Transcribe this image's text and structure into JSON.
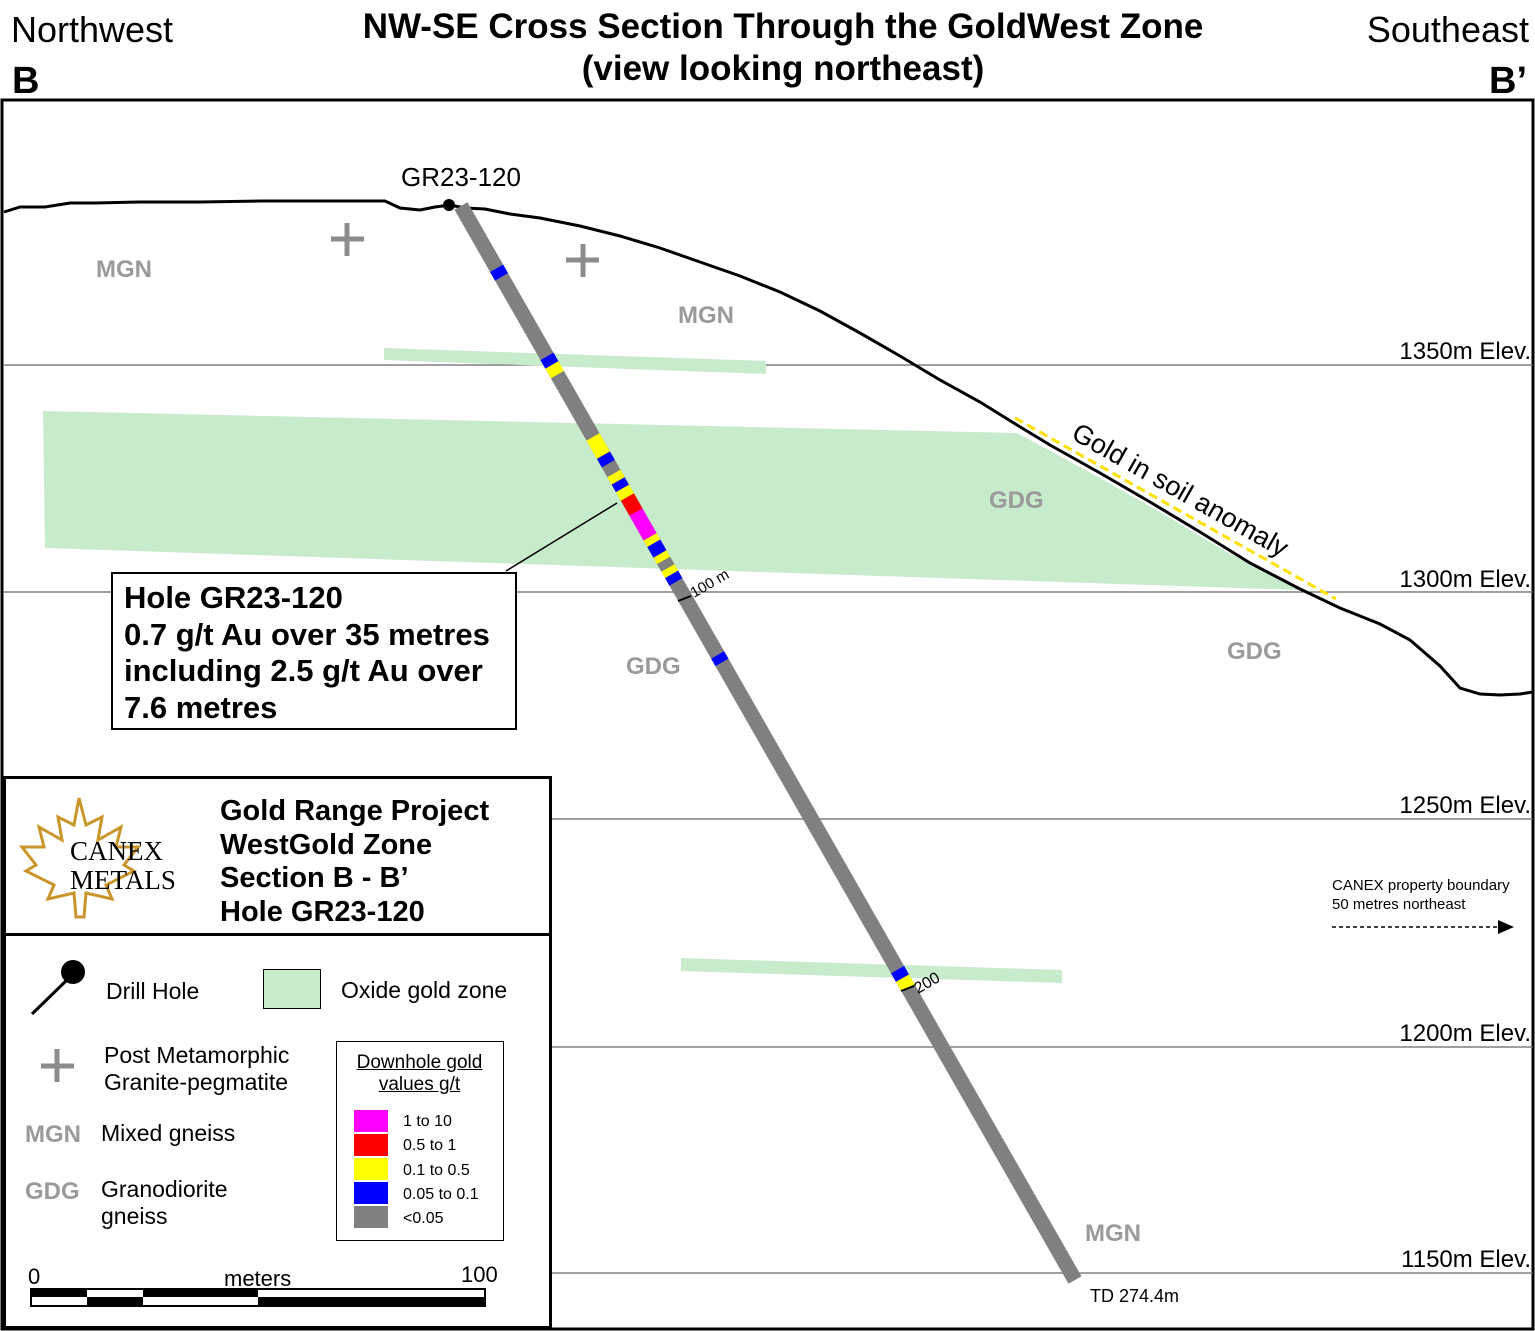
{
  "title": {
    "line1": "NW-SE Cross Section Through the GoldWest Zone",
    "line2": "(view looking northeast)"
  },
  "directions": {
    "left_name": "Northwest",
    "left_letter": "B",
    "right_name": "Southeast",
    "right_letter": "B’"
  },
  "elevations": [
    "1350m Elev.",
    "1300m Elev.",
    "1250m Elev.",
    "1200m Elev.",
    "1150m Elev."
  ],
  "drill_hole": {
    "name": "GR23-120",
    "depth_marks": [
      "100 m",
      "200"
    ],
    "total_depth": "TD 274.4m"
  },
  "units": {
    "mgn_labels": [
      "MGN",
      "MGN",
      "MGN"
    ],
    "gdg_labels": [
      "GDG",
      "GDG",
      "GDG"
    ]
  },
  "soil_anomaly": "Gold in soil anomaly",
  "callout": {
    "lines": [
      "Hole GR23-120",
      "0.7 g/t Au over 35 metres",
      "including 2.5 g/t Au over",
      "7.6 metres"
    ]
  },
  "property_boundary": {
    "line1": "CANEX property boundary",
    "line2": "50 metres northeast"
  },
  "project": {
    "logo_line1": "CANEX",
    "logo_line2": "METALS",
    "lines": [
      "Gold Range Project",
      "WestGold Zone",
      "Section B - B’",
      "Hole GR23-120"
    ]
  },
  "legend": {
    "drill_hole": "Drill Hole",
    "oxide_zone": "Oxide gold zone",
    "pegmatite_line1": "Post Metamorphic",
    "pegmatite_line2": "Granite-pegmatite",
    "mgn_code": "MGN",
    "mgn_label": "Mixed gneiss",
    "gdg_code": "GDG",
    "gdg_line1": "Granodiorite",
    "gdg_line2": "gneiss",
    "gold_title_line1": "Downhole gold",
    "gold_title_line2": "values g/t",
    "gold_classes": [
      {
        "label": "1 to 10",
        "color": "#ff00ff"
      },
      {
        "label": "0.5 to 1",
        "color": "#ff0000"
      },
      {
        "label": "0.1 to 0.5",
        "color": "#ffff00"
      },
      {
        "label": "0.05 to 0.1",
        "color": "#0000ff"
      },
      {
        "label": "<0.05",
        "color": "#808080"
      }
    ]
  },
  "scale_bar": {
    "start": "0",
    "unit": "meters",
    "end": "100"
  },
  "colors": {
    "oxide_zone": "#c8ebcc",
    "unit_label": "#9a9a9a",
    "soil_anomaly": "#ffe000",
    "logo": "#c8962a"
  }
}
